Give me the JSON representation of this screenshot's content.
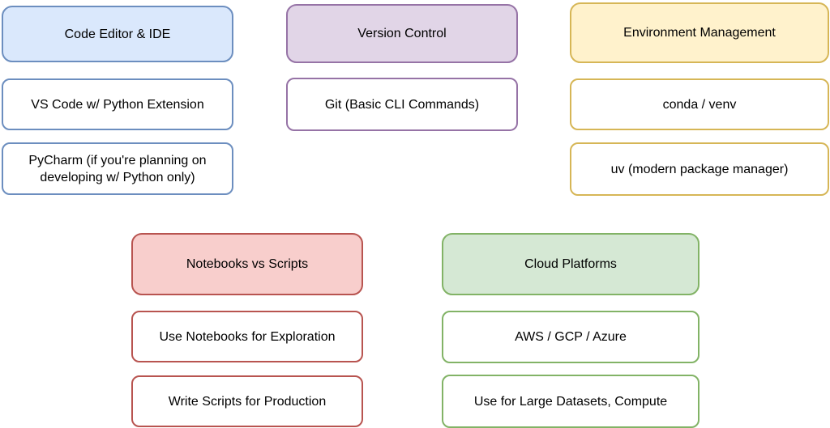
{
  "canvas": {
    "background": "#ffffff",
    "text_color": "#000000"
  },
  "groups": [
    {
      "id": "code-editor-ide",
      "title": "Code Editor & IDE",
      "colors": {
        "header_fill": "#dae8fc",
        "border": "#6c8ebf",
        "item_fill": "#ffffff"
      },
      "items": [
        "VS Code w/ Python Extension",
        "PyCharm (if you're planning on developing w/ Python only)"
      ]
    },
    {
      "id": "version-control",
      "title": "Version Control",
      "colors": {
        "header_fill": "#e1d5e7",
        "border": "#9673a6",
        "item_fill": "#ffffff"
      },
      "items": [
        "Git (Basic CLI Commands)"
      ]
    },
    {
      "id": "environment-management",
      "title": "Environment Management",
      "colors": {
        "header_fill": "#fff2cc",
        "border": "#d6b656",
        "item_fill": "#ffffff"
      },
      "items": [
        "conda / venv",
        "uv (modern package manager)"
      ]
    },
    {
      "id": "notebooks-vs-scripts",
      "title": "Notebooks vs Scripts",
      "colors": {
        "header_fill": "#f8cecc",
        "border": "#b85450",
        "item_fill": "#ffffff"
      },
      "items": [
        "Use Notebooks for Exploration",
        "Write Scripts for Production"
      ]
    },
    {
      "id": "cloud-platforms",
      "title": "Cloud Platforms",
      "colors": {
        "header_fill": "#d5e8d4",
        "border": "#82b366",
        "item_fill": "#ffffff"
      },
      "items": [
        "AWS / GCP / Azure",
        "Use for Large Datasets, Compute"
      ]
    }
  ]
}
